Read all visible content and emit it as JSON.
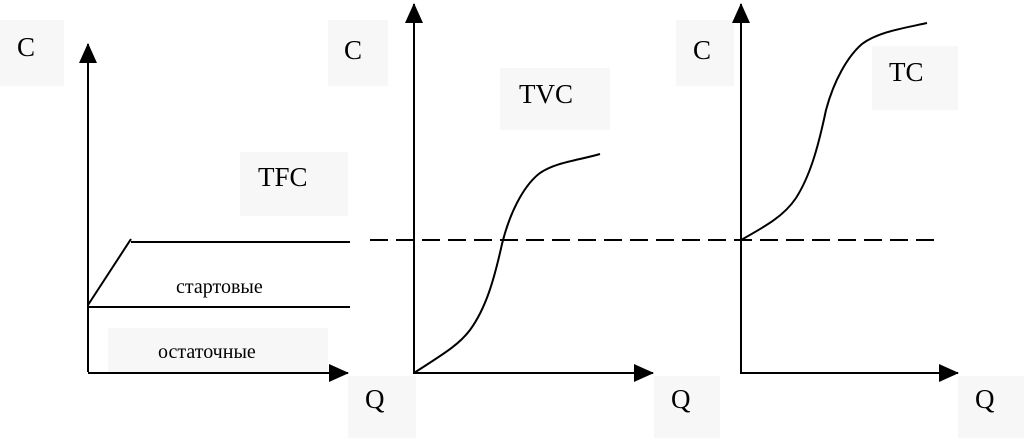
{
  "panels": {
    "tfc": {
      "axis_y_label": "C",
      "axis_x_label": "Q",
      "curve_label": "TFC",
      "band_upper_label": "стартовые",
      "band_lower_label": "остаточные"
    },
    "tvc": {
      "axis_y_label": "C",
      "axis_x_label": "Q",
      "curve_label": "TVC"
    },
    "tc": {
      "axis_y_label": "C",
      "axis_x_label": "Q",
      "curve_label": "TC"
    }
  },
  "colors": {
    "line": "#000000",
    "label_background": "#f7f7f7"
  }
}
